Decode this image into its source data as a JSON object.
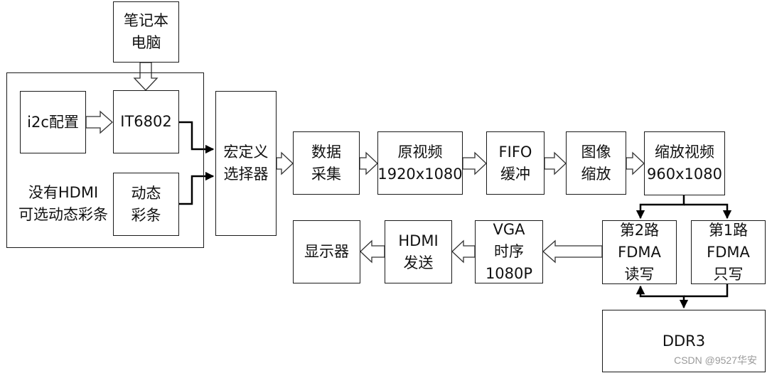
{
  "blocks": {
    "laptop": {
      "lines": [
        "笔记本",
        "电脑"
      ]
    },
    "i2c": {
      "lines": [
        "i2c配置"
      ]
    },
    "it6802": {
      "lines": [
        "IT6802"
      ]
    },
    "colorbar": {
      "lines": [
        "动态",
        "彩条"
      ]
    },
    "selector": {
      "lines": [
        "宏定义",
        "选择器"
      ]
    },
    "capture": {
      "lines": [
        "数据",
        "采集"
      ]
    },
    "raw_video": {
      "lines": [
        "原视频",
        "1920x1080"
      ]
    },
    "fifo": {
      "lines": [
        "FIFO",
        "缓冲"
      ]
    },
    "scale": {
      "lines": [
        "图像",
        "缩放"
      ]
    },
    "scaled": {
      "lines": [
        "缩放视频",
        "960x1080"
      ]
    },
    "fdma2": {
      "lines": [
        "第2路",
        "FDMA",
        "读写"
      ]
    },
    "fdma1": {
      "lines": [
        "第1路",
        "FDMA",
        "只写"
      ]
    },
    "vga": {
      "lines": [
        "VGA",
        "时序",
        "1080P"
      ]
    },
    "hdmi_tx": {
      "lines": [
        "HDMI",
        "发送"
      ]
    },
    "display": {
      "lines": [
        "显示器"
      ]
    },
    "ddr3": {
      "lines": [
        "DDR3"
      ]
    }
  },
  "input_group": {
    "caption_lines": [
      "没有HDMI",
      "可选动态彩条"
    ]
  },
  "watermark": "CSDN @9527华安",
  "colors": {
    "stroke": "#1a1a1a",
    "background": "#ffffff",
    "watermark": "#9a9a9a"
  }
}
